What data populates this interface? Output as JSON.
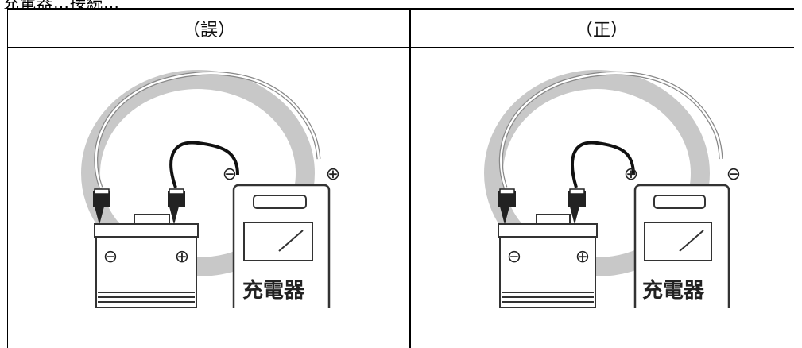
{
  "top_strip": {
    "text": "充電器…接続…"
  },
  "headers": {
    "wrong": "（誤）",
    "right": "（正）"
  },
  "figures": {
    "wrong": {
      "charger_label": "充電器",
      "charger_lead_polarity": "⊖",
      "charger_right_polarity": "⊕",
      "battery_left_terminal": "⊖",
      "battery_right_terminal": "⊕"
    },
    "right": {
      "charger_label": "充電器",
      "charger_lead_polarity": "⊕",
      "charger_right_polarity": "⊖",
      "battery_left_terminal": "⊖",
      "battery_right_terminal": "⊕"
    }
  }
}
